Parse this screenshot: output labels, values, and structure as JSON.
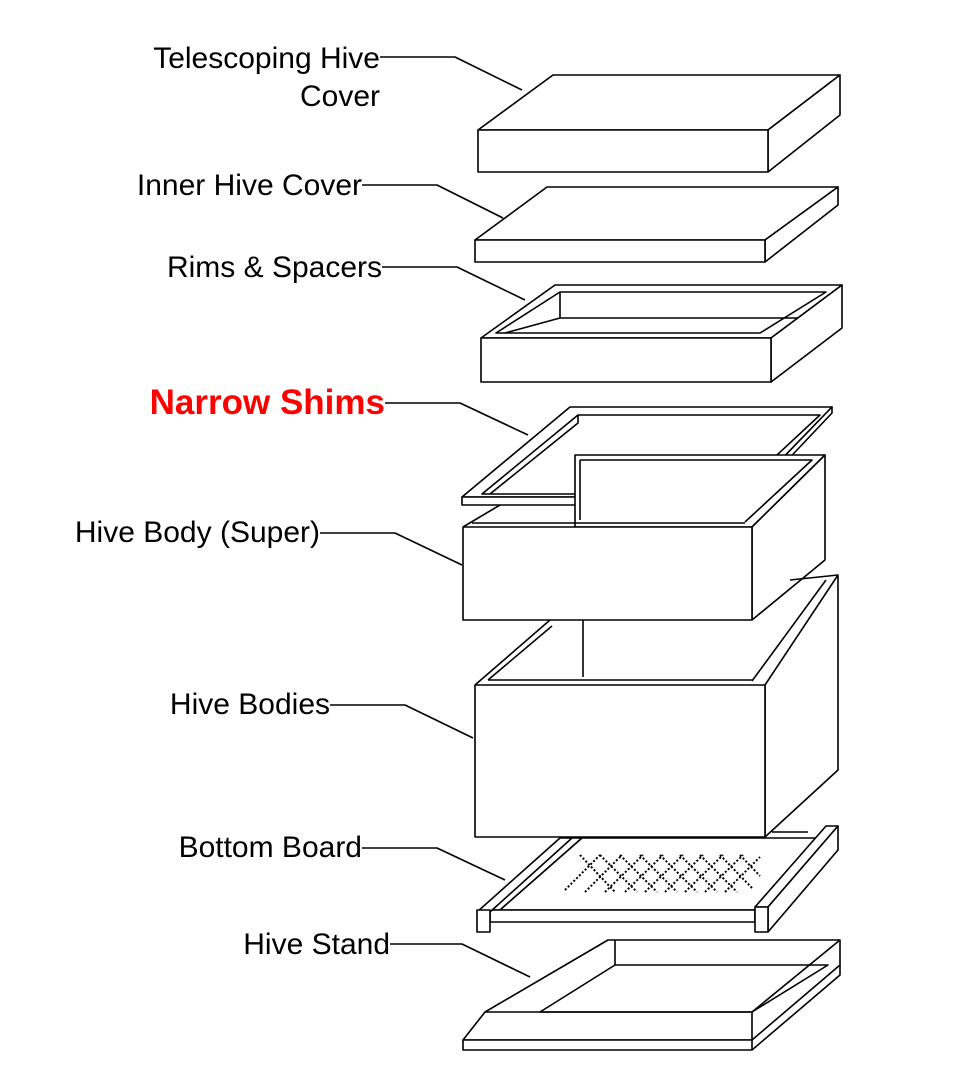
{
  "title": "Beehive components exploded view",
  "highlight_color": "#ff0000",
  "labels": {
    "telescoping_cover_line1": "Telescoping Hive",
    "telescoping_cover_line2": "Cover",
    "inner_cover": "Inner Hive Cover",
    "rims_spacers": "Rims & Spacers",
    "narrow_shims": "Narrow Shims",
    "hive_body_super": "Hive Body (Super)",
    "hive_bodies": "Hive Bodies",
    "bottom_board": "Bottom Board",
    "hive_stand": "Hive Stand"
  }
}
